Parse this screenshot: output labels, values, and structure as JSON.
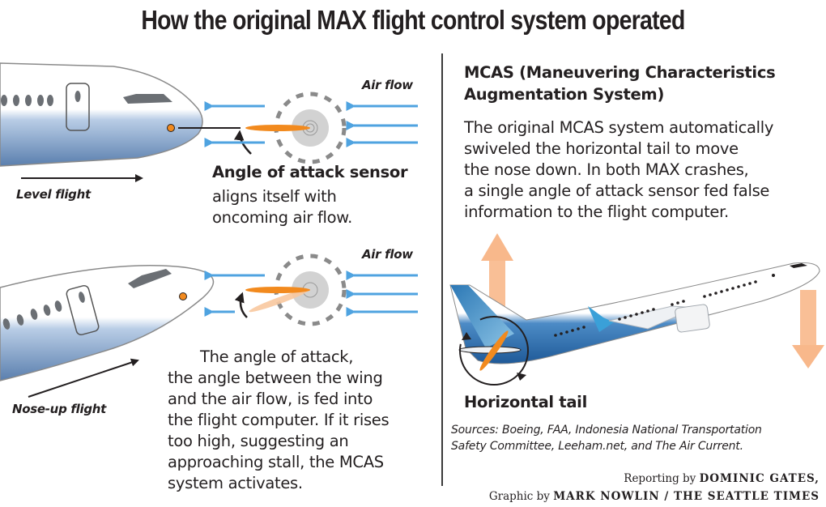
{
  "title": "How the original MAX flight control system operated",
  "left_panel": {
    "top": {
      "airflow_label": "Air flow",
      "flight_label": "Level flight",
      "sensor_heading": "Angle of attack sensor",
      "sensor_text_lines": [
        "aligns itself with",
        "oncoming air flow."
      ]
    },
    "bottom": {
      "airflow_label": "Air flow",
      "flight_label": "Nose-up flight",
      "body_lines": [
        "The angle of attack,",
        "the angle between the wing",
        "and the air flow, is fed into",
        "the flight computer. If it rises",
        "too high, suggesting an",
        "approaching stall, the MCAS",
        "system activates."
      ]
    }
  },
  "right_panel": {
    "heading_lines": [
      "MCAS (Maneuvering Characteristics",
      "Augmentation System)"
    ],
    "body_lines": [
      "The original MCAS system automatically",
      "swiveled the horizontal tail to move",
      "the nose down. In both MAX crashes,",
      "a single angle of attack sensor fed false",
      "information to the flight computer."
    ],
    "tail_label": "Horizontal tail",
    "sources_lines": [
      "Sources: Boeing, FAA, Indonesia National Transportation",
      "Safety Committee, Leeham.net, and The Air Current."
    ],
    "credits": {
      "line1_prefix": "Reporting by ",
      "line1_name": "DOMINIC GATES,",
      "line2_prefix": "Graphic by ",
      "line2_name": "MARK NOWLIN / THE SEATTLE TIMES"
    }
  },
  "colors": {
    "airflow_blue": "#4fa3e0",
    "sensor_orange": "#f28a1e",
    "force_arrow_peach": "#f8b88b",
    "fuselage_blue": "#7f9cc4",
    "plane_blue": "#2d6aa5"
  }
}
